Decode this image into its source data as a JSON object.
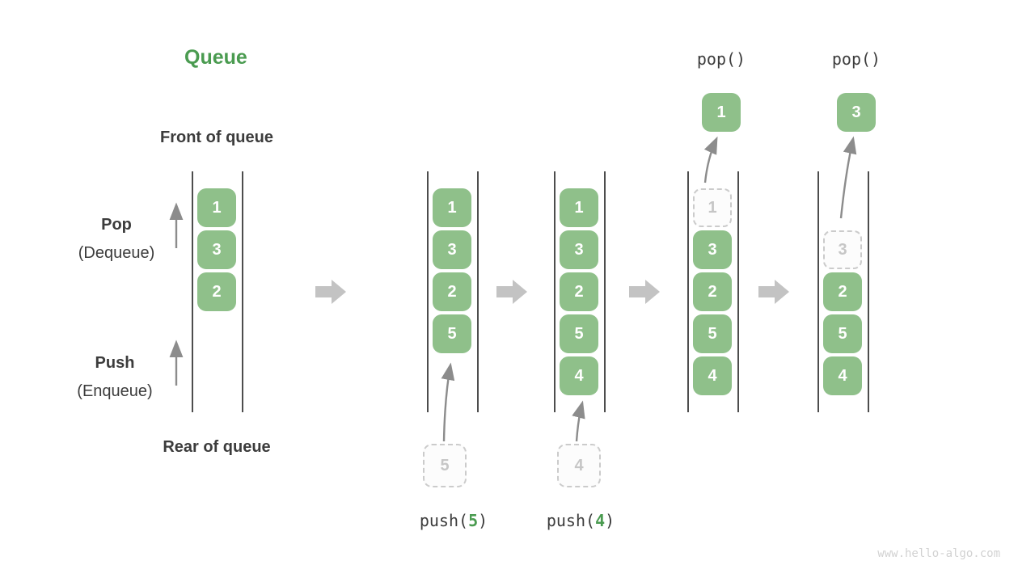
{
  "title": "Queue",
  "labels": {
    "front": "Front of queue",
    "rear": "Rear of queue",
    "pop": "Pop",
    "pop_sub": "(Dequeue)",
    "push": "Push",
    "push_sub": "(Enqueue)"
  },
  "watermark": "www.hello-algo.com",
  "colors": {
    "title_green": "#4a9b50",
    "box_green": "#8fc08a",
    "box_text": "#ffffff",
    "dark_text": "#3c3c3c",
    "dashed_border": "#cbcbcb",
    "dashed_text": "#c6c6c6",
    "block_arrow": "#c3c3c3",
    "curve_arrow": "#8c8c8c",
    "rail": "#4d4d4d",
    "watermark": "#d2d2d2"
  },
  "stages": [
    {
      "name": "initial-queue",
      "slots": [
        {
          "value": "1",
          "style": "filled"
        },
        {
          "value": "3",
          "style": "filled"
        },
        {
          "value": "2",
          "style": "filled"
        }
      ],
      "op": null
    },
    {
      "name": "after-push-5",
      "slots": [
        {
          "value": "1",
          "style": "filled"
        },
        {
          "value": "3",
          "style": "filled"
        },
        {
          "value": "2",
          "style": "filled"
        },
        {
          "value": "5",
          "style": "filled"
        }
      ],
      "op": {
        "type": "push",
        "func": "push(",
        "arg": "5",
        "close": ")",
        "staging_value": "5"
      }
    },
    {
      "name": "after-push-4",
      "slots": [
        {
          "value": "1",
          "style": "filled"
        },
        {
          "value": "3",
          "style": "filled"
        },
        {
          "value": "2",
          "style": "filled"
        },
        {
          "value": "5",
          "style": "filled"
        },
        {
          "value": "4",
          "style": "filled"
        }
      ],
      "op": {
        "type": "push",
        "func": "push(",
        "arg": "4",
        "close": ")",
        "staging_value": "4"
      }
    },
    {
      "name": "after-pop-1",
      "slots": [
        {
          "value": "1",
          "style": "dashed"
        },
        {
          "value": "3",
          "style": "filled"
        },
        {
          "value": "2",
          "style": "filled"
        },
        {
          "value": "5",
          "style": "filled"
        },
        {
          "value": "4",
          "style": "filled"
        }
      ],
      "op": {
        "type": "pop",
        "label": "pop()",
        "popped_value": "1"
      }
    },
    {
      "name": "after-pop-3",
      "slots": [
        {
          "value": "",
          "style": "empty"
        },
        {
          "value": "3",
          "style": "dashed"
        },
        {
          "value": "2",
          "style": "filled"
        },
        {
          "value": "5",
          "style": "filled"
        },
        {
          "value": "4",
          "style": "filled"
        }
      ],
      "op": {
        "type": "pop",
        "label": "pop()",
        "popped_value": "3"
      }
    }
  ]
}
